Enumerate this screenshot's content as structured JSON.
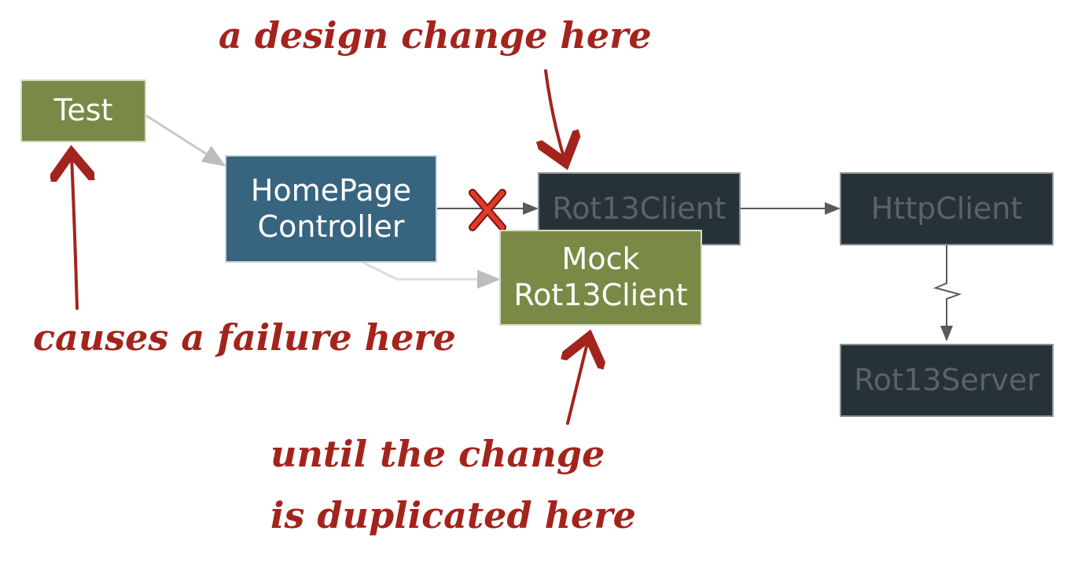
{
  "boxes": {
    "test": "Test",
    "controller_line1": "HomePage",
    "controller_line2": "Controller",
    "rot13client": "Rot13Client",
    "httpclient": "HttpClient",
    "mock_line1": "Mock",
    "mock_line2": "Rot13Client",
    "rot13server": "Rot13Server"
  },
  "annotations": {
    "design_change": "a design change here",
    "failure": "causes a failure here",
    "until_line1": "until the change",
    "until_line2": "is duplicated here"
  },
  "icons": {
    "broken_link": "x-mark-icon"
  },
  "colors": {
    "green": "#7a8a46",
    "blue": "#37657f",
    "dark": "#263238",
    "annotation": "#a3241c"
  }
}
